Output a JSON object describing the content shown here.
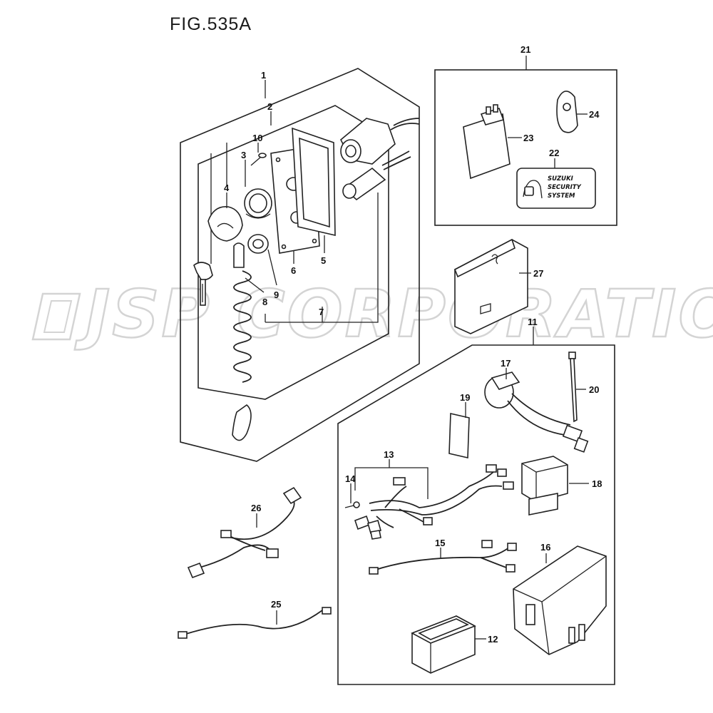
{
  "title": "FIG.535A",
  "watermark": "JSP CORPORATION",
  "seal": {
    "line1": "SUZUKI",
    "line2": "SECURITY",
    "line3": "SYSTEM"
  },
  "callouts": {
    "p1": "1",
    "p2": "2",
    "p3": "3",
    "p4": "4",
    "p5": "5",
    "p6": "6",
    "p7": "7",
    "p8": "8",
    "p9": "9",
    "p10": "10",
    "p11": "11",
    "p12": "12",
    "p13": "13",
    "p14": "14",
    "p15": "15",
    "p16": "16",
    "p17": "17",
    "p18": "18",
    "p19": "19",
    "p20": "20",
    "p21": "21",
    "p22": "22",
    "p23": "23",
    "p24": "24",
    "p25": "25",
    "p26": "26",
    "p27": "27"
  }
}
